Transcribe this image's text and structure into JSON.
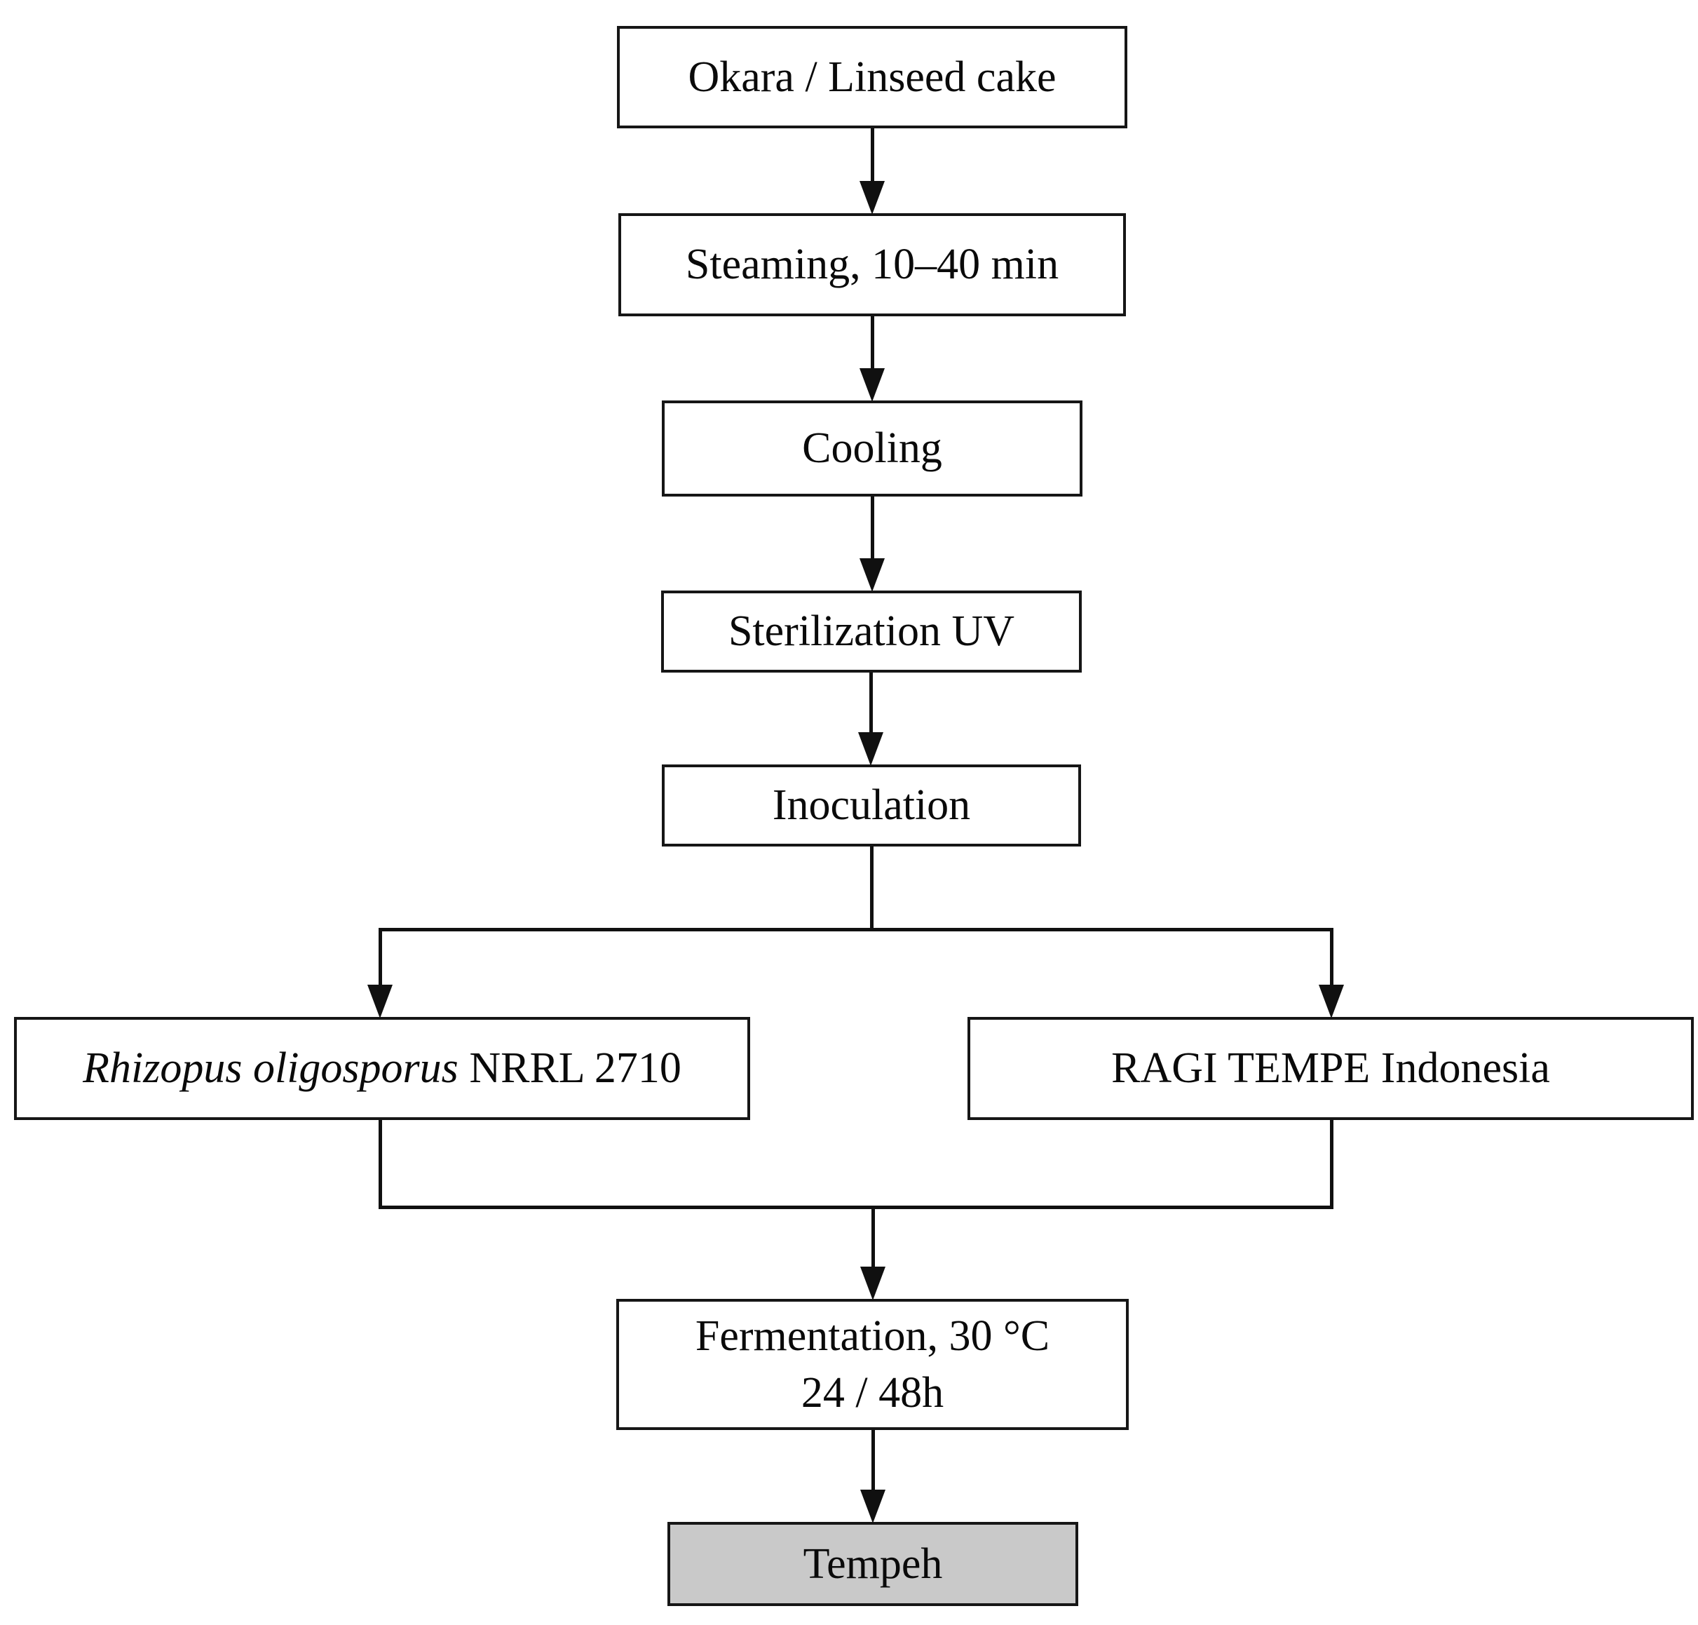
{
  "figure": {
    "type": "flowchart",
    "description": "Tempeh production process flow diagram",
    "colors": {
      "background": "#ffffff",
      "line": "#101010",
      "box_border": "#161616",
      "box_fill": "#ffffff",
      "tempeh_fill": "#c9c9c9",
      "text": "#0a0a0a"
    },
    "nodes": {
      "okara": {
        "label": "Okara / Linseed cake"
      },
      "steaming": {
        "label": "Steaming, 10–40 min"
      },
      "cooling": {
        "label": "Cooling"
      },
      "sterilization": {
        "label": "Sterilization UV"
      },
      "inoculation": {
        "label": "Inoculation"
      },
      "starter_left": {
        "species": "Rhizopus oligosporus",
        "strain": "NRRL 2710"
      },
      "starter_right": {
        "label": "RAGI TEMPE Indonesia"
      },
      "fermentation": {
        "line1": "Fermentation, 30 °C",
        "line2": "24 / 48h"
      },
      "tempeh": {
        "label": "Tempeh"
      }
    }
  }
}
